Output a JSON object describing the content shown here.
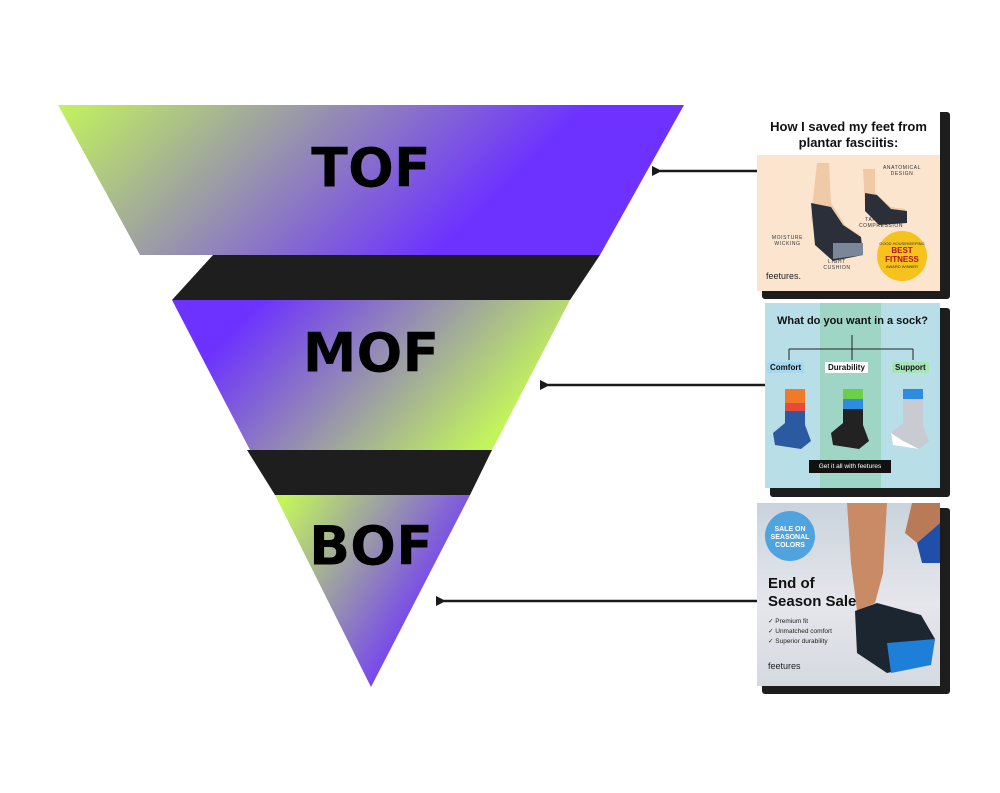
{
  "funnel": {
    "stages": [
      {
        "label": "TOF",
        "gradient": [
          "#c2f45c",
          "#6d32ff"
        ]
      },
      {
        "label": "MOF",
        "gradient": [
          "#6d32ff",
          "#c2f45c"
        ]
      },
      {
        "label": "BOF",
        "gradient": [
          "#c2f45c",
          "#6d32ff"
        ]
      }
    ],
    "connector_color": "#1e1e1e",
    "arrow_color": "#1a1a1a"
  },
  "cards": {
    "tof": {
      "headline": "How I saved my feet from plantar fasciitis:",
      "callouts": [
        "ANATOMICAL DESIGN",
        "TARGETED COMPRESSION",
        "MOISTURE WICKING",
        "LIGHT CUSHION"
      ],
      "badge": {
        "top": "GOOD HOUSEKEEPING",
        "main": "BEST FITNESS",
        "bottom": "AWARD WINNER"
      },
      "brand": "feetures."
    },
    "mof": {
      "question": "What do you want in a sock?",
      "options": [
        "Comfort",
        "Durability",
        "Support"
      ],
      "cta": "Get it all with feetures"
    },
    "bof": {
      "badge": "SALE ON SEASONAL COLORS",
      "title_line1": "End of",
      "title_line2": "Season Sale",
      "bullets": [
        "✓ Premium fit",
        "✓ Unmatched comfort",
        "✓ Superior durability"
      ],
      "brand": "feetures"
    }
  }
}
